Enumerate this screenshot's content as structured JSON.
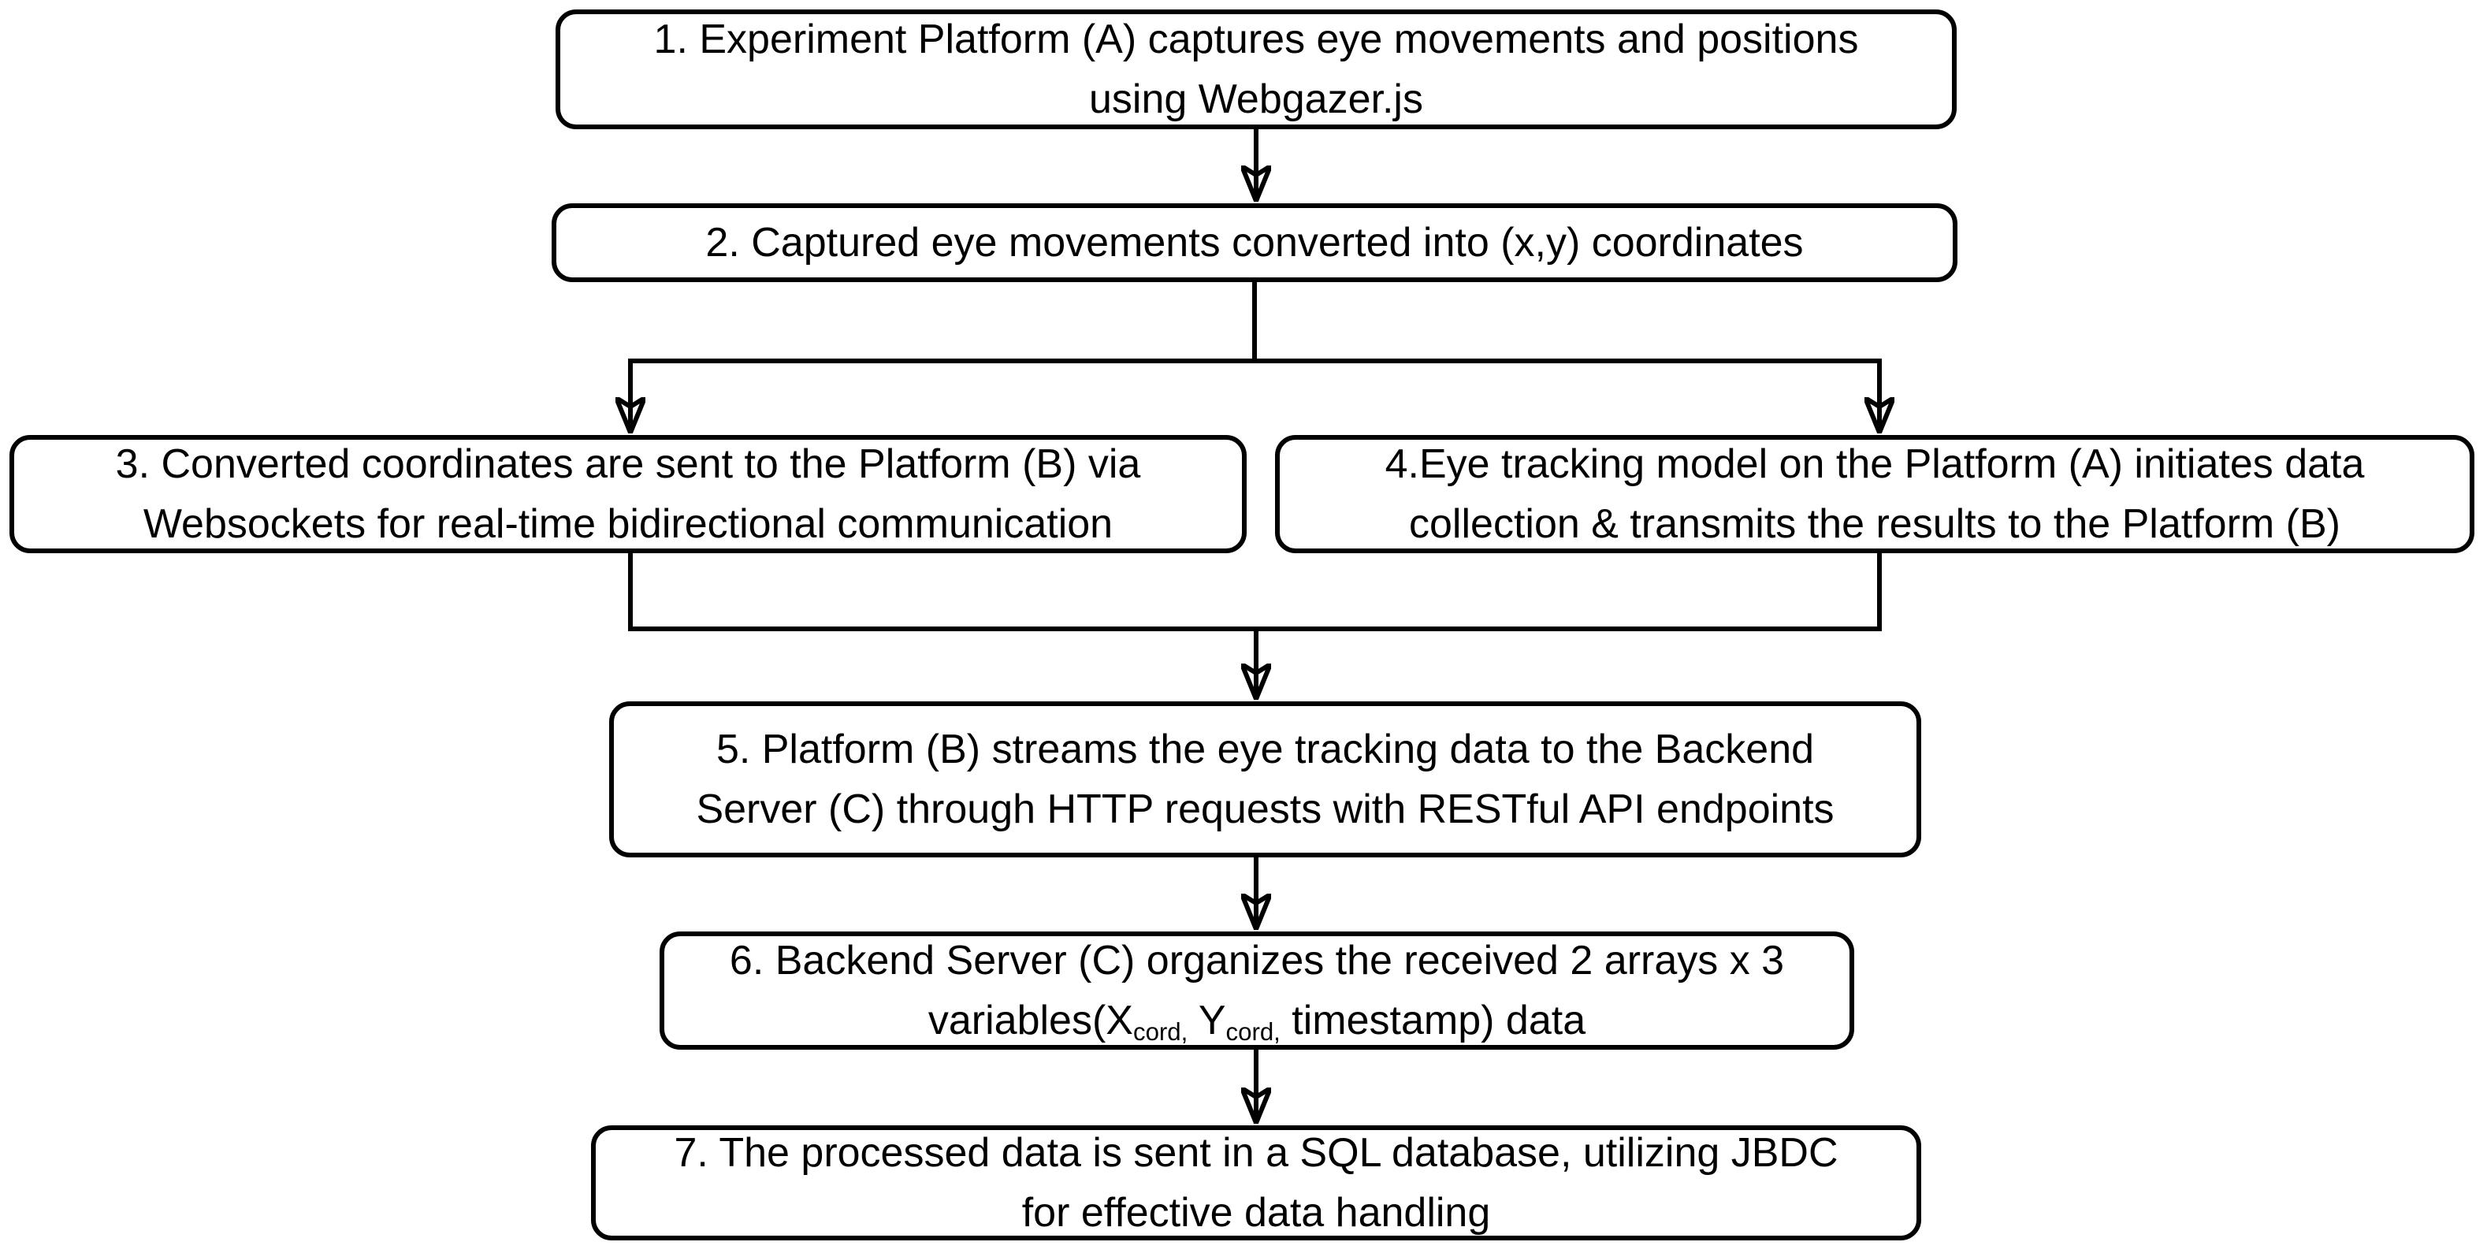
{
  "diagram": {
    "type": "flowchart",
    "background_color": "#ffffff",
    "node_fill_color": "#ffffff",
    "node_border_color": "#000000",
    "text_color": "#000000",
    "connector_color": "#000000",
    "nodes": [
      {
        "id": "1",
        "lines": [
          "1. Experiment Platform (A) captures eye movements and positions",
          "using Webgazer.js"
        ]
      },
      {
        "id": "2",
        "lines": [
          "2. Captured eye movements converted into (x,y) coordinates"
        ]
      },
      {
        "id": "3",
        "lines": [
          "3. Converted coordinates are sent to the Platform (B) via",
          "Websockets for real-time bidirectional communication"
        ]
      },
      {
        "id": "4",
        "lines": [
          "4.Eye tracking model on the Platform (A) initiates data",
          "collection & transmits the results to the Platform (B)"
        ]
      },
      {
        "id": "5",
        "lines": [
          "5. Platform (B) streams the eye tracking data to the Backend",
          "Server (C) through HTTP requests with RESTful API endpoints"
        ]
      },
      {
        "id": "6",
        "lines": [
          "6. Backend Server (C) organizes the received 2 arrays x 3"
        ],
        "line2": {
          "prefix": "variables(X",
          "sub1": "cord,",
          "mid": " Y",
          "sub2": "cord,",
          "suffix": " timestamp) data"
        }
      },
      {
        "id": "7",
        "lines": [
          "7. The processed data is sent in a SQL database, utilizing JBDC",
          "for effective data handling"
        ]
      }
    ],
    "edges": [
      {
        "from": "1",
        "to": "2"
      },
      {
        "from": "2",
        "to": "3"
      },
      {
        "from": "2",
        "to": "4"
      },
      {
        "from": "3",
        "to": "5"
      },
      {
        "from": "4",
        "to": "5"
      },
      {
        "from": "5",
        "to": "6"
      },
      {
        "from": "6",
        "to": "7"
      }
    ]
  }
}
